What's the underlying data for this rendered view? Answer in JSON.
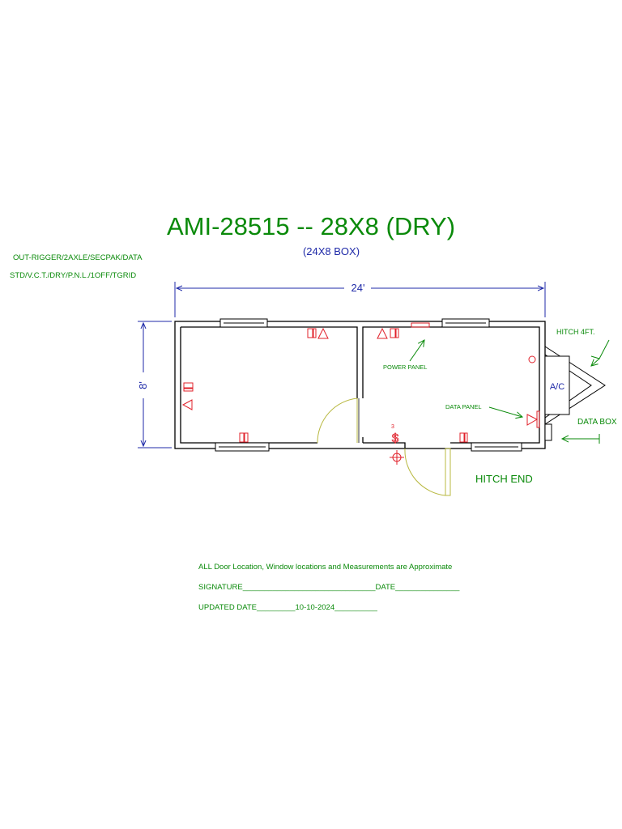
{
  "title": "AMI-28515 -- 28X8 (DRY)",
  "subtitle": "(24X8 BOX)",
  "specs": {
    "line1": "OUT-RIGGER/2AXLE/SECPAK/DATA",
    "line2": "STD/V.C.T./DRY/P.N.L./1OFF/TGRID"
  },
  "dimensions": {
    "width": "24'",
    "height": "8'"
  },
  "labels": {
    "hitch": "HITCH 4FT.",
    "ac": "A/C",
    "data_box": "DATA BOX",
    "power_panel": "POWER PANEL",
    "data_panel": "DATA PANEL",
    "hitch_end": "HITCH  END",
    "switch_count": "3"
  },
  "notes": {
    "disclaimer": "ALL Door Location, Window  locations and Measurements are Approximate",
    "signature": "SIGNATURE_______________________________DATE_______________",
    "updated": "UPDATED  DATE_________10-10-2024__________"
  },
  "colors": {
    "walls": "#000000",
    "annotation": "#0a8a0a",
    "dimension": "#1f2aa8",
    "electrical": "#e0202a",
    "door": "#b8b840"
  }
}
